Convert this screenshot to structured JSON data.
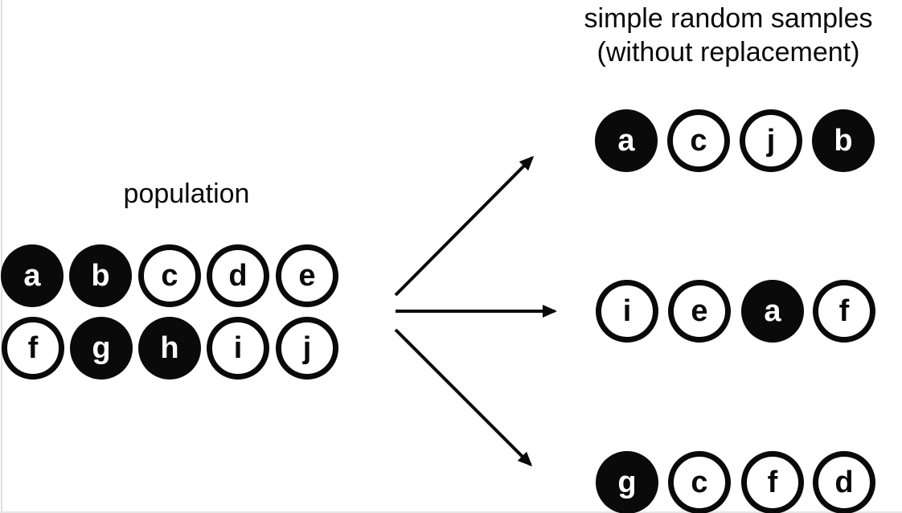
{
  "title": {
    "line1": "simple random samples",
    "line2": "(without replacement)"
  },
  "population": {
    "label": "population",
    "items": [
      {
        "label": "a",
        "filled": true
      },
      {
        "label": "b",
        "filled": true
      },
      {
        "label": "c",
        "filled": false
      },
      {
        "label": "d",
        "filled": false
      },
      {
        "label": "e",
        "filled": false
      },
      {
        "label": "f",
        "filled": false
      },
      {
        "label": "g",
        "filled": true
      },
      {
        "label": "h",
        "filled": true
      },
      {
        "label": "i",
        "filled": false
      },
      {
        "label": "j",
        "filled": false
      }
    ]
  },
  "samples": {
    "rows": [
      {
        "items": [
          {
            "label": "a",
            "filled": true
          },
          {
            "label": "c",
            "filled": false
          },
          {
            "label": "j",
            "filled": false
          },
          {
            "label": "b",
            "filled": true
          }
        ]
      },
      {
        "items": [
          {
            "label": "i",
            "filled": false
          },
          {
            "label": "e",
            "filled": false
          },
          {
            "label": "a",
            "filled": true
          },
          {
            "label": "f",
            "filled": false
          }
        ]
      },
      {
        "items": [
          {
            "label": "g",
            "filled": true
          },
          {
            "label": "c",
            "filled": false
          },
          {
            "label": "f",
            "filled": false
          },
          {
            "label": "d",
            "filled": false
          }
        ]
      }
    ]
  },
  "colors": {
    "ink": "#0a0a0a",
    "background": "#ffffff",
    "filled_circle_text": "#ffffff"
  }
}
